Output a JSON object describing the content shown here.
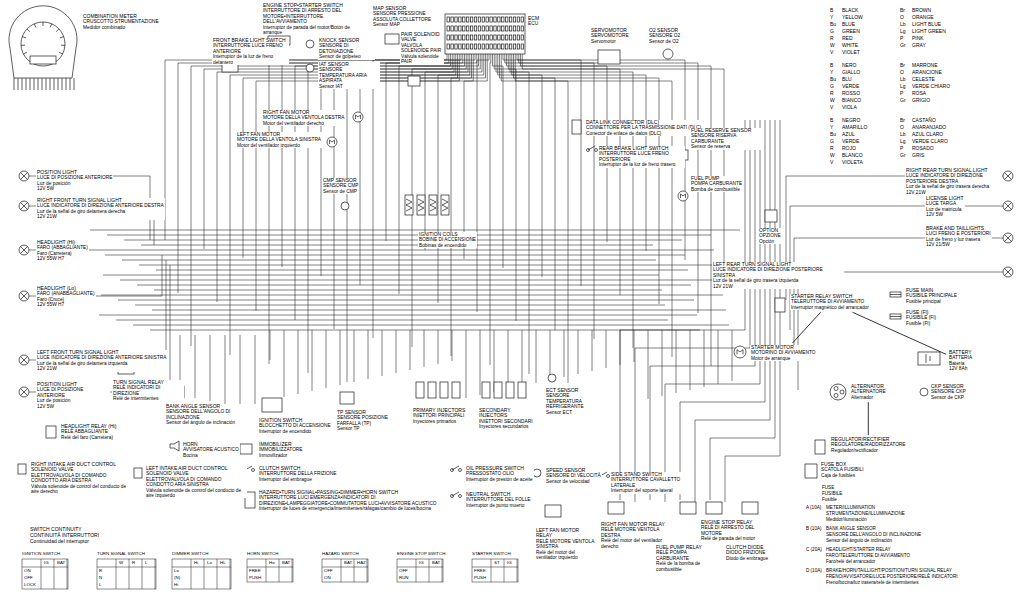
{
  "diagram": {
    "nodes": [
      {
        "text": [
          "COMBINATION METER",
          "CRUSCOTTO STRUMENTAZIONE",
          "Medidor combinado"
        ]
      },
      {
        "text": [
          "ENGINE STOP•STARTER SWITCH",
          "INTERRUTTORE DI ARRESTO DEL MOTORE•INTERRUTTORE DELL'AVVIAMENTO",
          "Interruptor de parada del motor/Botón de arranque"
        ]
      },
      {
        "text": [
          "FRONT BRAKE LIGHT SWITCH",
          "INTERRUTTORE LUCE FRENO ANTERIORE",
          "Interruptor de la luz de freno delantero"
        ]
      },
      {
        "text": [
          "KNOCK SENSOR",
          "SENSORE DI DETONAZIONE",
          "Sensor de golpeteo"
        ]
      },
      {
        "text": [
          "MAP SENSOR",
          "SENSORE PRESSIONE ASSOLUTA COLLETTORE",
          "Sensor MAP"
        ]
      },
      {
        "text": [
          "IAT SENSOR",
          "SENSORE TEMPERATURA ARIA ASPIRATA",
          "Sensor IAT"
        ]
      },
      {
        "text": [
          "PAIR SOLENOID VALVE",
          "VALVOLA SOLENOIDE PAIR",
          "Válvula solenoide PAIR"
        ]
      },
      {
        "text": [
          "ECM",
          "ECU"
        ]
      },
      {
        "text": [
          "SERVOMOTOR",
          "SERVOMOTORE",
          "Servomotor"
        ]
      },
      {
        "text": [
          "O2 SENSOR",
          "SENSORE O2",
          "Sensor de O2"
        ]
      },
      {
        "text": [
          "DATA LINK CONNECTOR (DLC)",
          "CONNETTORE PER LA TRASMISSIONE DATI (DLC)",
          "Conector de enlace de datos (DLC)"
        ]
      },
      {
        "text": [
          "RIGHT FAN MOTOR",
          "MOTORE DELLA VENTOLA DESTRA",
          "Motor del ventilador derecho"
        ]
      },
      {
        "text": [
          "LEFT FAN MOTOR",
          "MOTORE DELLA VENTOLA SINISTRA",
          "Motor del ventilador izquierdo"
        ]
      },
      {
        "text": [
          "POSITION LIGHT",
          "LUCE DI POSIZIONE ANTERIORE",
          "Luz de posición",
          "12V 5W"
        ]
      },
      {
        "text": [
          "RIGHT FRONT TURN SIGNAL LIGHT",
          "LUCE INDICATORE DI DIREZIONE ANTERIORE DESTRA",
          "Luz de la señal de giro delantera derecha",
          "12V 21W"
        ]
      },
      {
        "text": [
          "HEADLIGHT (Hi)",
          "FARO (ABBAGLIANTE)",
          "Faro (Carretera)",
          "12V 55W H7"
        ]
      },
      {
        "text": [
          "HEADLIGHT (Lo)",
          "FARO (ANABBAGLIANTE)",
          "Faro (Cruce)",
          "12V 55W H7"
        ]
      },
      {
        "text": [
          "LEFT FRONT TURN SIGNAL LIGHT",
          "LUCE INDICATORE DI DIREZIONE ANTERIORE SINISTRA",
          "Luz de la señal de giro delantera izquierda",
          "12V 21W"
        ]
      },
      {
        "text": [
          "POSITION LIGHT",
          "LUCE DI POSIZIONE ANTERIORE",
          "Luz de posición",
          "12V 5W"
        ]
      },
      {
        "text": [
          "HEADLIGHT RELAY (Hi)",
          "RELÈ ABBAGLIANTE",
          "Relé del faro (Carretera)"
        ]
      },
      {
        "text": [
          "TURN SIGNAL RELAY",
          "RELÈ INDICATORI DI DIREZIONE",
          "Relé de intermitentes"
        ]
      },
      {
        "text": [
          "BANK ANGLE SENSOR",
          "SENSORE DELL'ANGOLO DI INCLINAZIONE",
          "Sensor del ángulo de inclinación"
        ]
      },
      {
        "text": [
          "HORN",
          "AVVISATORE ACUSTICO",
          "Bocina"
        ]
      },
      {
        "text": [
          "IGNITION SWITCH",
          "BLOCCHETTO DI ACCENSIONE",
          "Interruptor de encendido"
        ]
      },
      {
        "text": [
          "IMMOBILIZER",
          "IMMOBILIZZATORE",
          "Inmovilizador"
        ]
      },
      {
        "text": [
          "CLUTCH SWITCH",
          "INTERRUTTORE DELLA FRIZIONE",
          "Interruptor del embrague"
        ]
      },
      {
        "text": [
          "HAZARD•TURN SIGNAL•PASSING•DIMMER•HORN SWITCH",
          "INTERRUTTORE LUCI EMERGENZA•INDICATORI DI DIREZIONE•LAMPEGGIATORE•COMMUTATORE LUCI•AVVISATORE ACUSTICO",
          "Interruptor de luces de emergencia/intermitentes/ráfagas/cambio de luces/bocina"
        ]
      },
      {
        "text": [
          "RIGHT INTAKE AIR DUCT CONTROL SOLENOID VALVE",
          "ELETTROVALVOLA DI COMANDO CONDOTTO ARIA DESTRA",
          "Válvula solenoide de control del conducto de aire derecho"
        ]
      },
      {
        "text": [
          "LEFT INTAKE AIR DUCT CONTROL SOLENOID VALVE",
          "ELETTROVALVOLA DI COMANDO CONDOTTO ARIA SINISTRA",
          "Válvula solenoide de control del conducto de aire izquierdo"
        ]
      },
      {
        "text": [
          "CMP SENSOR",
          "SENSORE CMP",
          "Sensor de CMP"
        ]
      },
      {
        "text": [
          "IGNITION COILS",
          "BOBINE DI ACCENSIONE",
          "Bobinas de encendido"
        ]
      },
      {
        "text": [
          "TP SENSOR",
          "SENSORE POSIZIONE FARFALLA (TP)",
          "Sensor TP"
        ]
      },
      {
        "text": [
          "PRIMARY INJECTORS",
          "INIETTORI PRINCIPALI",
          "Inyectores primarios"
        ]
      },
      {
        "text": [
          "SECONDARY INJECTORS",
          "INIETTORI SECONDARI",
          "Inyectores secundarios"
        ]
      },
      {
        "text": [
          "ECT SENSOR",
          "SENSORE TEMPERATURA REFRIGERANTE",
          "Sensor ECT"
        ]
      },
      {
        "text": [
          "OIL PRESSURE SWITCH",
          "PRESSOSTATO OLIO",
          "Interruptor de presión de aceite"
        ]
      },
      {
        "text": [
          "NEUTRAL SWITCH",
          "INTERRUTTORE DEL FOLLE",
          "Interruptor de punto muerto"
        ]
      },
      {
        "text": [
          "SPEED SENSOR",
          "SENSORE DI VELOCITÀ",
          "Sensor de velocidad"
        ]
      },
      {
        "text": [
          "SIDE STAND SWITCH",
          "INTERRUTTORE CAVALLETTO LATERALE",
          "Interruptor del soporte lateral"
        ]
      },
      {
        "text": [
          "REAR BRAKE LIGHT SWITCH",
          "INTERRUTTORE LUCE FRENO POSTERIORE",
          "Interruptor de la luz de freno trasero"
        ]
      },
      {
        "text": [
          "FUEL RESERVE SENSOR",
          "SENSORE RISERVA CARBURANTE",
          "Sensor de reserva"
        ]
      },
      {
        "text": [
          "FUEL PUMP",
          "POMPA CARBURANTE",
          "Bomba de combustible"
        ]
      },
      {
        "text": [
          "OPTION",
          "OPZIONE",
          "Opción"
        ]
      },
      {
        "text": [
          "RIGHT REAR TURN SIGNAL LIGHT",
          "LUCE INDICATORE DI DIREZIONE POSTERIORE DESTRA",
          "Luz de la señal de giro trasera derecha",
          "12V 21W"
        ]
      },
      {
        "text": [
          "LICENSE LIGHT",
          "LUCE TARGA",
          "Luz de matrícula",
          "12V 5W"
        ]
      },
      {
        "text": [
          "BRAKE AND TAILLIGHTS",
          "LUCI FRENO E POSTERIORI",
          "Luz de freno y luz trasera",
          "12V 21/5W"
        ]
      },
      {
        "text": [
          "LEFT REAR TURN SIGNAL LIGHT",
          "LUCE INDICATORE DI DIREZIONE POSTERIORE SINISTRA",
          "Luz de la señal de giro trasera izquierda",
          "12V 21W"
        ]
      },
      {
        "text": [
          "STARTER RELAY SWITCH",
          "TELERUTTORE DI AVVIAMENTO",
          "Interruptor magnético del arrancador"
        ]
      },
      {
        "text": [
          "FUSE MAIN",
          "FUSIBILE PRINCIPALE",
          "Fusible principal"
        ]
      },
      {
        "text": [
          "FUSE (FI)",
          "FUSIBILE (FI)",
          "Fusible (FI)"
        ]
      },
      {
        "text": [
          "BATTERY",
          "BATTERIA",
          "Batería",
          "12V 8Ah"
        ]
      },
      {
        "text": [
          "STARTER MOTOR",
          "MOTORINO DI AVVIAMENTO",
          "Motor de arranque"
        ]
      },
      {
        "text": [
          "ALTERNATOR",
          "ALTERNATORE",
          "Alternador"
        ]
      },
      {
        "text": [
          "CKP SENSOR",
          "SENSORE CKP",
          "Sensor de CKP"
        ]
      },
      {
        "text": [
          "REGULATOR/RECTIFIER",
          "REGOLATORE/RADDRIZZATORE",
          "Regulador/rectificador"
        ]
      },
      {
        "text": [
          "FUSE BOX",
          "SCATOLA FUSIBILI",
          "Caja de fusibles"
        ]
      },
      {
        "text": [
          "LEFT FAN MOTOR RELAY",
          "RELÈ MOTORE VENTOLA SINISTRA",
          "Relé del motor del ventilador izquierdo"
        ]
      },
      {
        "text": [
          "RIGHT FAN MOTOR RELAY",
          "RELÈ MOTORE VENTOLA DESTRA",
          "Relé del motor del ventilador derecho"
        ]
      },
      {
        "text": [
          "FUEL PUMP RELAY",
          "RELÈ POMPA CARBURANTE",
          "Relé de la bomba de combustible"
        ]
      },
      {
        "text": [
          "ENGINE STOP RELAY",
          "RELÈ DI ARRESTO DEL MOTORE",
          "Relé de parada del motor"
        ]
      },
      {
        "text": [
          "CLUTCH DIODE",
          "DIODO FRIZIONE",
          "Diodo de embrague"
        ]
      }
    ],
    "edges": [
      {
        "from": 50,
        "to": 47,
        "arrow": "none"
      },
      {
        "from": 47,
        "to": 51,
        "arrow": "none"
      },
      {
        "from": 54,
        "to": 52,
        "arrow": "none"
      }
    ],
    "labels": [
      "B",
      "BLACK",
      "Y",
      "YELLOW",
      "Bu",
      "BLUE",
      "G",
      "GREEN",
      "R",
      "RED",
      "W",
      "WHITE",
      "V",
      "VIOLET",
      "Br",
      "BROWN",
      "O",
      "ORANGE",
      "Lb",
      "LIGHT BLUE",
      "Lg",
      "LIGHT GREEN",
      "P",
      "PINK",
      "Gr",
      "GRAY",
      "B",
      "NERO",
      "Y",
      "GIALLO",
      "Bu",
      "BLU",
      "G",
      "VERDE",
      "R",
      "ROSSO",
      "W",
      "BIANCO",
      "V",
      "VIOLA",
      "Br",
      "MARRONE",
      "O",
      "ARANCIONE",
      "Lb",
      "CELESTE",
      "Lg",
      "VERDE CHIARO",
      "P",
      "ROSA",
      "Gr",
      "GRIGIO",
      "B",
      "NEGRO",
      "Y",
      "AMARILLO",
      "Bu",
      "AZUL",
      "G",
      "VERDE",
      "R",
      "ROJO",
      "W",
      "BLANCO",
      "V",
      "VIOLETA",
      "Br",
      "CASTAÑO",
      "O",
      "ANARANJADO",
      "Lb",
      "AZUL CLARO",
      "Lg",
      "VERDE CLARO",
      "P",
      "ROSADO",
      "Gr",
      "GRIS",
      "FUSE",
      "FUSIBILE",
      "Fusible",
      "A (10A)",
      "METER/ILLUMINATION",
      "STRUMENTAZIONE/ILLUMINAZIONE",
      "Medidor/iluminación",
      "B (10A)",
      "BANK ANGLE SENSOR",
      "SENSORE DELL'ANGOLO DI INCLINAZIONE",
      "Sensor del ángulo de inclinación",
      "C (20A)",
      "HEADLIGHT/STARTER RELAY",
      "FARO/TELERUTTORE DI AVVIAMENTO",
      "Faro/relé del arrancador",
      "D (10A)",
      "BRAKE/HORN/TAILLIGHT/POSITION/TURN SIGNAL RELAY",
      "FRENO/AVVISATORE/LUCE POSTERIORE/RELÈ INDICATORI",
      "Freno/bocina/luz trasera/relé de intermitentes",
      "SWITCH CONTINUITY",
      "CONTINUITÀ INTERRUTTORI",
      "Continuidad del interruptor",
      "IGNITION SWITCH",
      "IG",
      "BAT",
      "ON",
      "OFF",
      "LOCK",
      "TURN SIGNAL SWITCH",
      "W",
      "R",
      "L",
      "R",
      "N",
      "L",
      "DIMMER SWITCH",
      "Hi",
      "Lo",
      "HL",
      "Lo",
      "(N)",
      "Hi",
      "HORN SWITCH",
      "Ho",
      "BAT",
      "FREE",
      "PUSH",
      "HAZARD SWITCH",
      "BAT",
      "HAZ",
      "OFF",
      "ON",
      "ENGINE STOP SWITCH",
      "IG",
      "BAT",
      "OFF",
      "RUN",
      "STARTER SWITCH",
      "ST",
      "IG",
      "FREE",
      "PUSH"
    ]
  }
}
